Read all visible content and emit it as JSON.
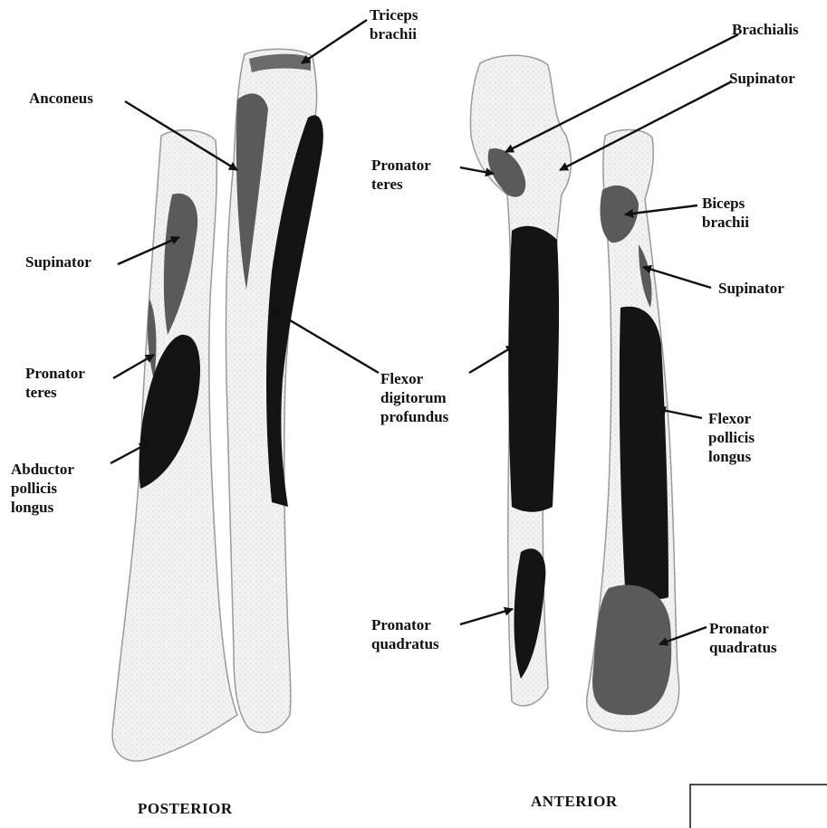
{
  "views": {
    "posterior": "POSTERIOR",
    "anterior": "ANTERIOR"
  },
  "posterior_labels": {
    "triceps": [
      "Triceps",
      "brachii"
    ],
    "anconeus": [
      "Anconeus"
    ],
    "supinator": [
      "Supinator"
    ],
    "pronator_teres": [
      "Pronator",
      "teres"
    ],
    "abductor": [
      "Abductor",
      "pollicis",
      "longus"
    ],
    "fdp": [
      "Flexor",
      "digitorum",
      "profundus"
    ]
  },
  "anterior_labels": {
    "brachialis": [
      "Brachialis"
    ],
    "supinator_top": [
      "Supinator"
    ],
    "pronator_teres": [
      "Pronator",
      "teres"
    ],
    "biceps": [
      "Biceps",
      "brachii"
    ],
    "supinator_side": [
      "Supinator"
    ],
    "fpl": [
      "Flexor",
      "pollicis",
      "longus"
    ],
    "pq_left": [
      "Pronator",
      "quadratus"
    ],
    "pq_right": [
      "Pronator",
      "quadratus"
    ]
  },
  "colors": {
    "bone": "#f4f4f2",
    "bone_shade": "#cfcfcc",
    "muscle_dark": "#141414",
    "muscle_grey": "#5a5a5a",
    "arrow": "#111111"
  }
}
